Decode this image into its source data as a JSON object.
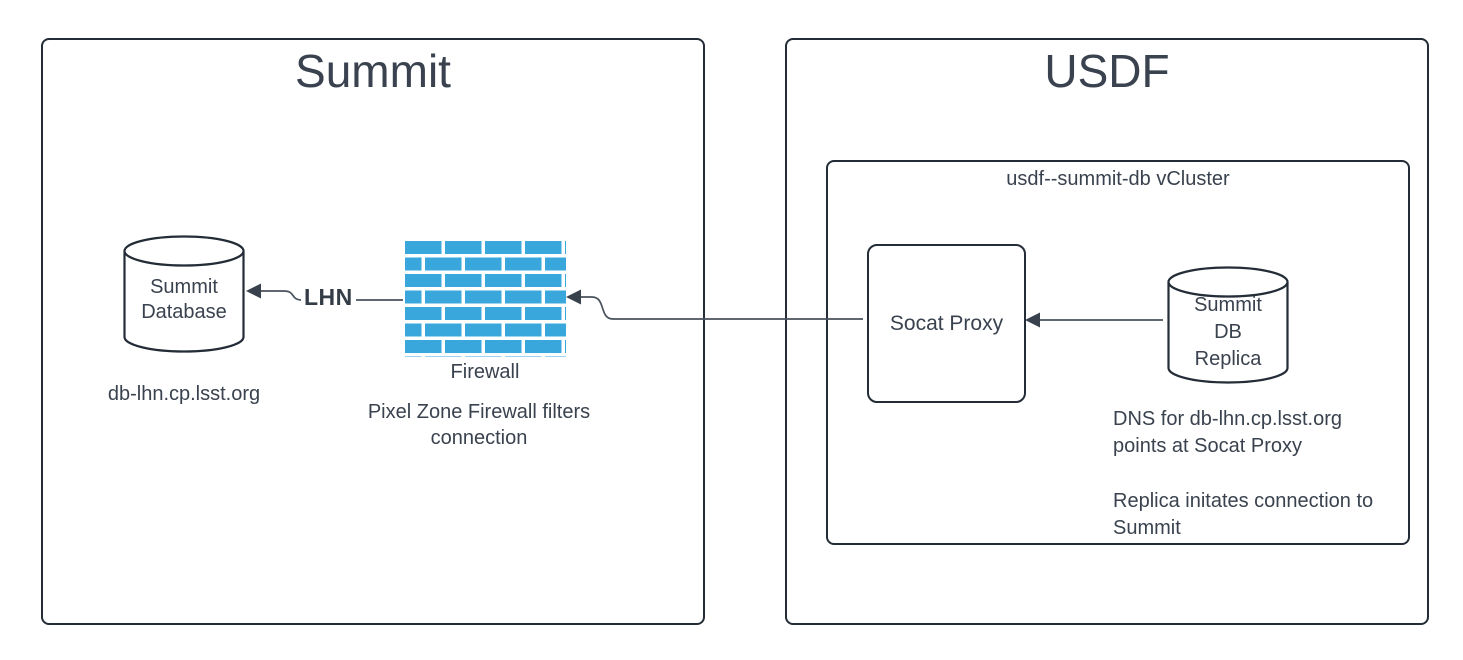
{
  "colors": {
    "stroke": "#242c37",
    "text": "#39424e",
    "line": "#49525c",
    "firewall_blue": "#3aa7dc"
  },
  "summit": {
    "title": "Summit",
    "database": {
      "line1": "Summit",
      "line2": "Database",
      "caption": "db-lhn.cp.lsst.org"
    },
    "lhn_label": "LHN",
    "firewall": {
      "label": "Firewall",
      "caption_line1": "Pixel Zone Firewall filters",
      "caption_line2": "connection"
    }
  },
  "usdf": {
    "title": "USDF",
    "vcluster": {
      "label": "usdf--summit-db vCluster",
      "socat": {
        "label": "Socat Proxy"
      },
      "replica": {
        "line1": "Summit",
        "line2": "DB",
        "line3": "Replica"
      },
      "note1_line1": "DNS for db-lhn.cp.lsst.org",
      "note1_line2": "points at Socat Proxy",
      "note2_line1": "Replica initates connection to",
      "note2_line2": "Summit"
    }
  }
}
